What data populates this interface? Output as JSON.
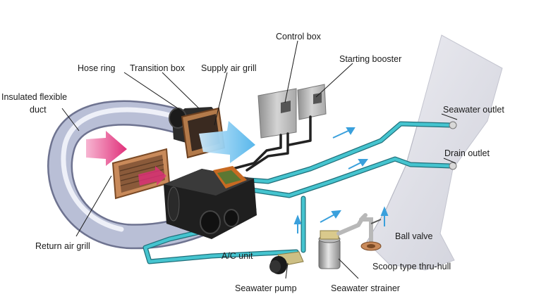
{
  "labels": {
    "insulated_duct_line1": "Insulated flexible",
    "insulated_duct_line2": "duct",
    "hose_ring": "Hose ring",
    "transition_box": "Transition box",
    "supply_air_grill": "Supply air grill",
    "control_box": "Control box",
    "starting_booster": "Starting booster",
    "seawater_outlet": "Seawater outlet",
    "drain_outlet": "Drain outlet",
    "return_air_grill": "Return air grill",
    "ac_unit": "A/C unit",
    "ball_valve": "Ball valve",
    "scoop_thru_hull": "Scoop type thru-hull",
    "seawater_pump": "Seawater pump",
    "seawater_strainer": "Seawater strainer"
  },
  "colors": {
    "pipe": "#45c4cf",
    "flow_arrow": "#3aa0dc",
    "return_arrow": "#e0307a",
    "supply_air": "#6ec3ee",
    "duct": "#b9bfd6",
    "hull": "#dcdce4"
  }
}
